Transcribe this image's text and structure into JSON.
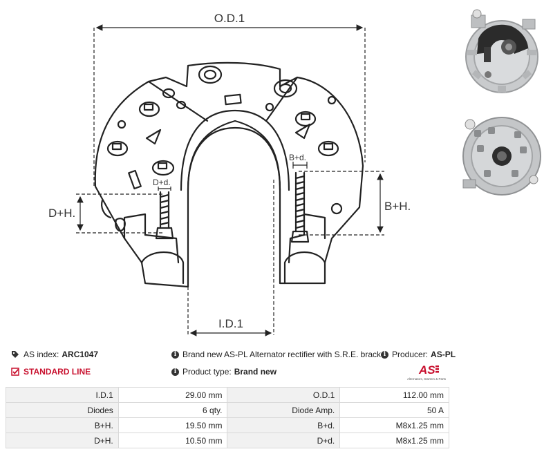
{
  "drawing": {
    "od_label": "O.D.1",
    "id_label": "I.D.1",
    "dh_label": "D+H.",
    "bh_label": "B+H.",
    "dd_label": "D+d.",
    "bd_label": "B+d."
  },
  "info": {
    "index_label": "AS index:",
    "index_value": "ARC1047",
    "standard_line": "STANDARD LINE",
    "description": "Brand new AS-PL Alternator rectifier with S.R.E. bracket",
    "producer_label": "Producer:",
    "producer_value": "AS-PL",
    "type_label": "Product type:",
    "type_value": "Brand new",
    "logo_text": "AS",
    "logo_sub": "Alternators, Starters & Parts"
  },
  "specs": [
    [
      "I.D.1",
      "29.00 mm",
      "O.D.1",
      "112.00 mm"
    ],
    [
      "Diodes",
      "6 qty.",
      "Diode Amp.",
      "50 A"
    ],
    [
      "B+H.",
      "19.50 mm",
      "B+d.",
      "M8x1.25 mm"
    ],
    [
      "D+H.",
      "10.50 mm",
      "D+d.",
      "M8x1.25 mm"
    ]
  ],
  "colors": {
    "accent": "#c8102e",
    "label_bg": "#f1f1f1"
  }
}
